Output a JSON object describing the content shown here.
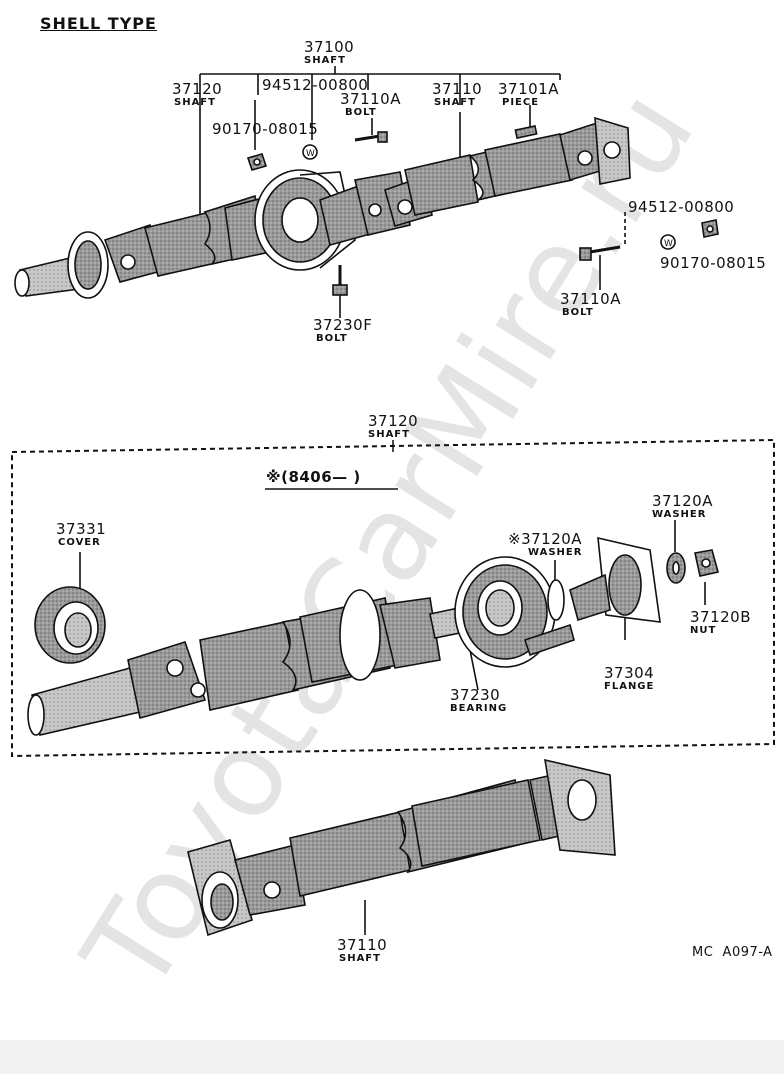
{
  "diagram": {
    "title": "SHELL TYPE",
    "reference": "MC  A097-A",
    "watermark": "ToyotaCarMire.ru",
    "top_group": {
      "assembly": {
        "number": "37100",
        "name": "SHAFT"
      },
      "parts": [
        {
          "id": "37120-top",
          "number": "37120",
          "name": "SHAFT"
        },
        {
          "id": "94512-left",
          "number": "94512-00800",
          "name": ""
        },
        {
          "id": "90170-left",
          "number": "90170-08015",
          "name": ""
        },
        {
          "id": "37110A-top",
          "number": "37110A",
          "name": "BOLT"
        },
        {
          "id": "37110-top",
          "number": "37110",
          "name": "SHAFT"
        },
        {
          "id": "37101A",
          "number": "37101A",
          "name": "PIECE"
        },
        {
          "id": "94512-right",
          "number": "94512-00800",
          "name": ""
        },
        {
          "id": "90170-right",
          "number": "90170-08015",
          "name": ""
        },
        {
          "id": "37110A-right",
          "number": "37110A",
          "name": "BOLT"
        },
        {
          "id": "37230F",
          "number": "37230F",
          "name": "BOLT"
        }
      ]
    },
    "detail_group": {
      "assembly": {
        "number": "37120",
        "name": "SHAFT"
      },
      "date_note": "※(8406—      )",
      "parts": [
        {
          "id": "37331",
          "number": "37331",
          "name": "COVER"
        },
        {
          "id": "37120A-star",
          "number": "※37120A",
          "name": "WASHER"
        },
        {
          "id": "37120A",
          "number": "37120A",
          "name": "WASHER"
        },
        {
          "id": "37120B",
          "number": "37120B",
          "name": "NUT"
        },
        {
          "id": "37304",
          "number": "37304",
          "name": "FLANGE"
        },
        {
          "id": "37230",
          "number": "37230",
          "name": "BEARING"
        }
      ]
    },
    "bottom_group": {
      "parts": [
        {
          "id": "37110-bottom",
          "number": "37110",
          "name": "SHAFT"
        }
      ]
    }
  }
}
